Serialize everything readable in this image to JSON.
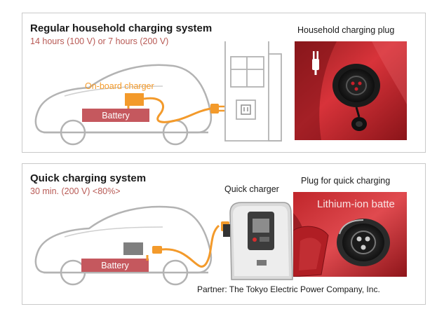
{
  "regular": {
    "title": "Regular household charging system",
    "subtitle": "14 hours (100 V) or 7 hours (200 V)",
    "onboard_label": "On-board charger",
    "battery_label": "Battery",
    "photo_caption": "Household charging plug"
  },
  "quick": {
    "title": "Quick charging system",
    "subtitle": "30 min. (200 V) <80%>",
    "charger_label": "Quick charger",
    "battery_label": "Battery",
    "photo_caption": "Plug for quick charging",
    "photo_text": "Lithium-ion batte",
    "partner": "Partner: The Tokyo Electric Power Company, Inc."
  },
  "colors": {
    "accent_orange": "#f39a2b",
    "battery_red": "#c5585e",
    "subtitle_red": "#b85a55",
    "car_outline": "#b3b3b3",
    "photo_red": "#c8202b"
  }
}
